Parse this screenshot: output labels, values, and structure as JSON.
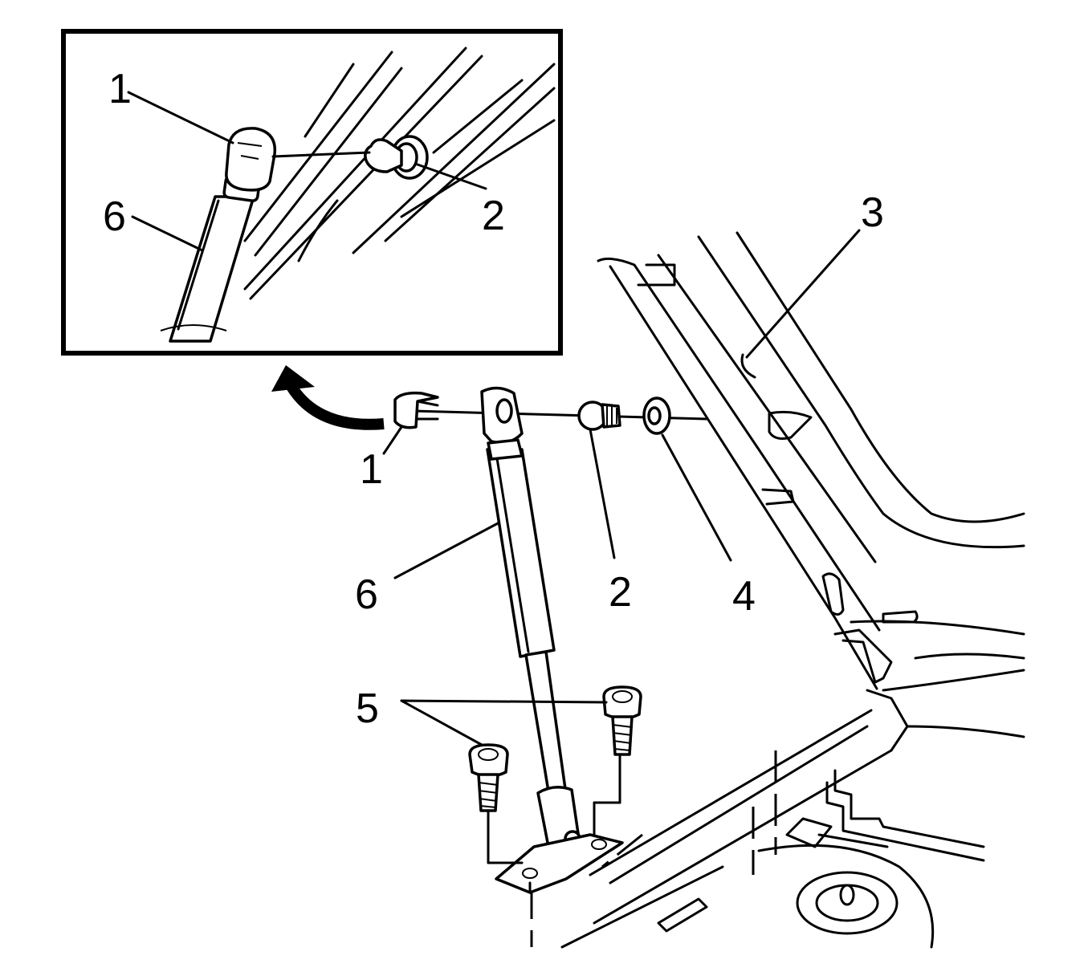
{
  "callouts": {
    "inset": {
      "ball_stud_end": "1",
      "ball_stud": "2",
      "strut": "6"
    },
    "main": {
      "retainer_clip": "1",
      "ball_stud": "2",
      "body_panel": "3",
      "washer": "4",
      "bolts": "5",
      "strut": "6"
    }
  },
  "colors": {
    "line": "#000000",
    "background": "#ffffff"
  }
}
